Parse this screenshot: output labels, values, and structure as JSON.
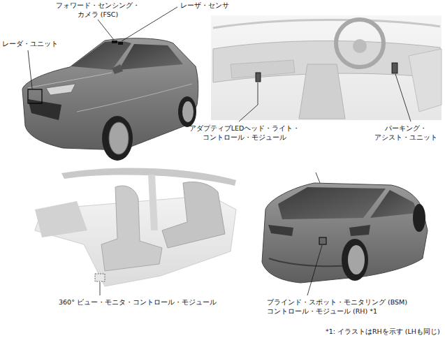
{
  "diagram": {
    "labels": [
      "フォワード・センシング・ カメラ (FSC)",
      "レーザ・センサ",
      "レーダ・ユニット",
      "アダプティブLEDヘッド・ライト・ コントロール・モジュール",
      "パーキング・ アシスト・ユニット",
      "360° ビュー・モニタ・コントロール・モジュール",
      "ブラインド・スポット・モニタリング (BSM) コントロール・モジュール (RH) *1",
      "*1: イラストはRHを示す (LHも同じ)"
    ]
  }
}
